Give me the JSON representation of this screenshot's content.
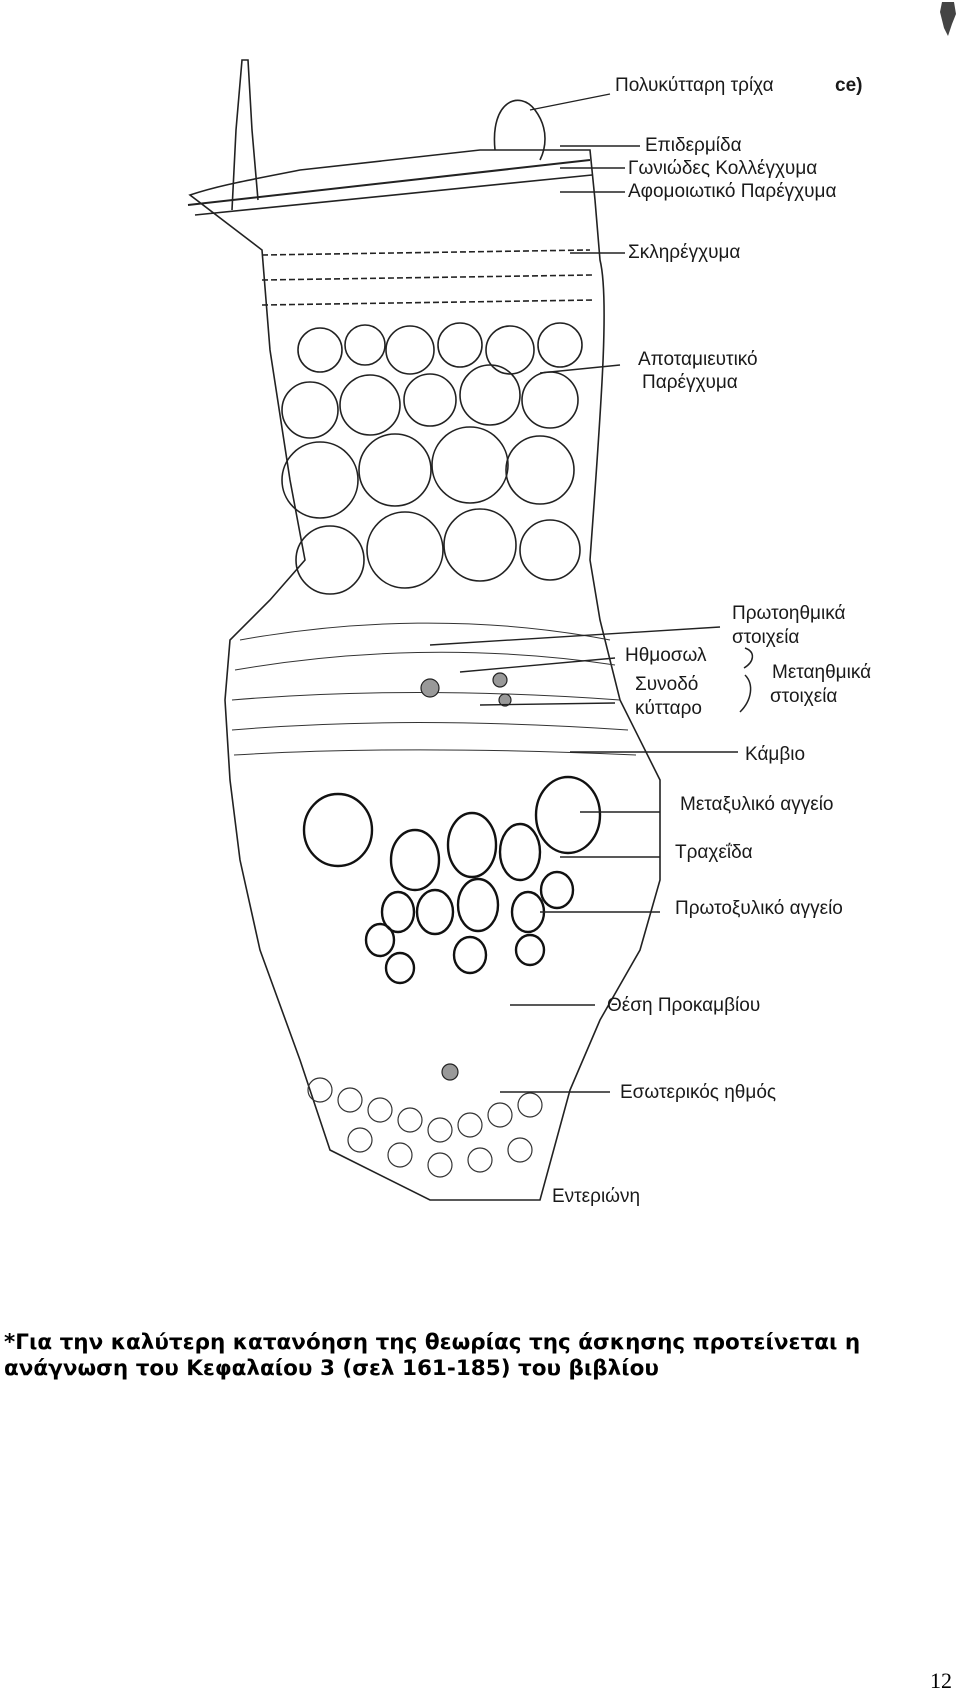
{
  "figure": {
    "labels": {
      "multicellular_hair": "Πολυκύτταρη τρίχα",
      "cropped_fragment": "ce)",
      "epidermis": "Επιδερμίδα",
      "angular_collenchyma": "Γωνιώδες Κολλέγχυμα",
      "assimilatory_parenchyma": "Αφομοιωτικό Παρέγχυμα",
      "sclerenchyma": "Σκληρέγχυμα",
      "storage_parenchyma_1": "Αποταμιευτικό",
      "storage_parenchyma_2": "Παρέγχυμα",
      "protophloem_1": "Πρωτοηθμικά",
      "protophloem_2": "στοιχεία",
      "sieve_tube": "Ηθμοσωλ",
      "companion_cell_1": "Συνοδό",
      "companion_cell_2": "κύτταρο",
      "metaphloem_1": "Μεταηθμικά",
      "metaphloem_2": "στοιχεία",
      "cambium": "Κάμβιο",
      "metaxylem_vessel": "Μεταξυλικό αγγείο",
      "tracheid": "Τραχεΐδα",
      "protoxylem_vessel": "Πρωτοξυλικό αγγείο",
      "procambium_position": "Θέση Προκαμβίου",
      "internal_phloem": "Εσωτερικός ηθμός",
      "pith": "Εντεριώνη"
    }
  },
  "note": {
    "line1": "*Για την καλύτερη κατανόηση της θεωρίας της άσκησης προτείνεται η",
    "line2": "ανάγνωση του Κεφαλαίου 3 (σελ 161-185) του βιβλίου"
  },
  "page_number": "12"
}
